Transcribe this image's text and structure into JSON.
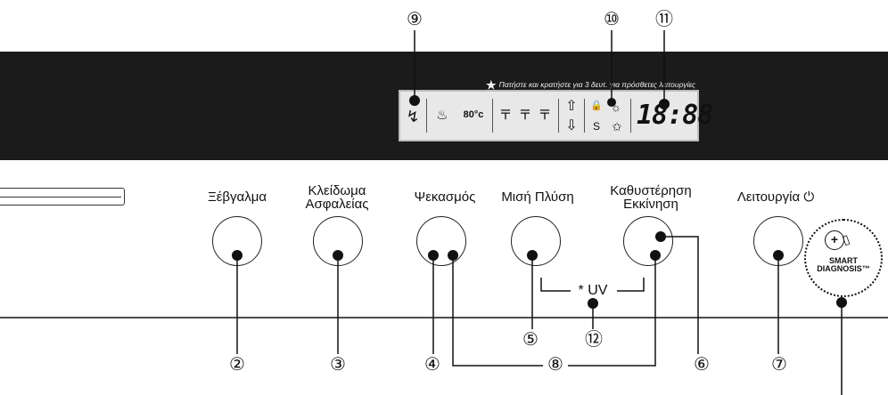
{
  "panel": {
    "lcd_note": "Πατήστε και κρατήστε για 3 δευτ. για πρόσθετες λειτουργίες",
    "lcd_note_star": "★",
    "display_time": "18:88",
    "icons": {
      "rinse": "↯",
      "dry": "♨",
      "temp": "80°c",
      "spray_1": "〒",
      "spray_2": "〒",
      "spray_3": "〒",
      "arrow_up": "⇧",
      "arrow_down": "⇩",
      "lock": "🔒",
      "sun": "☼",
      "salt": "S",
      "rinse_aid": "✩"
    }
  },
  "buttons": [
    {
      "label": "Ξέβγαλμα",
      "callout": "②"
    },
    {
      "label": "Κλείδωμα\nΑσφαλείας",
      "callout": "③"
    },
    {
      "label": "Ψεκασμός",
      "callout": "④"
    },
    {
      "label": "Μισή Πλύση",
      "callout": "⑤"
    },
    {
      "label": "Καθυστέρηση\nΕκκίνηση",
      "callout": "⑥"
    },
    {
      "label": "Λειτουργία ⏻",
      "callout": "⑦"
    }
  ],
  "callouts_top": {
    "c9": "⑨",
    "c10": "⑩",
    "c11": "⑪"
  },
  "callouts_bottom": {
    "c8": "⑧",
    "c12": "⑫"
  },
  "uv_label": "* UV",
  "smart_diagnosis": {
    "line1": "SMART",
    "line2": "DIAGNOSIS™"
  }
}
